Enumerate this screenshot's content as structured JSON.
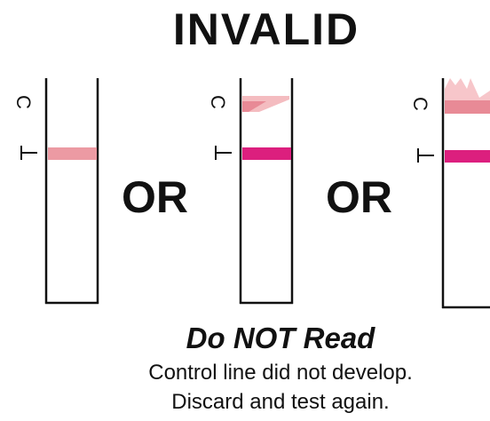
{
  "title": "INVALID",
  "strip_labels": {
    "control": "C",
    "test": "T"
  },
  "separators": [
    "OR",
    "OR"
  ],
  "footer": {
    "heading": "Do NOT Read",
    "line1": "Control line did not develop.",
    "line2": "Discard and test again."
  },
  "colors": {
    "faint_band": "#ec9aa3",
    "strong_band": "#dc1f7e",
    "smear_band": "#f2b0b6",
    "outline": "#111111"
  }
}
